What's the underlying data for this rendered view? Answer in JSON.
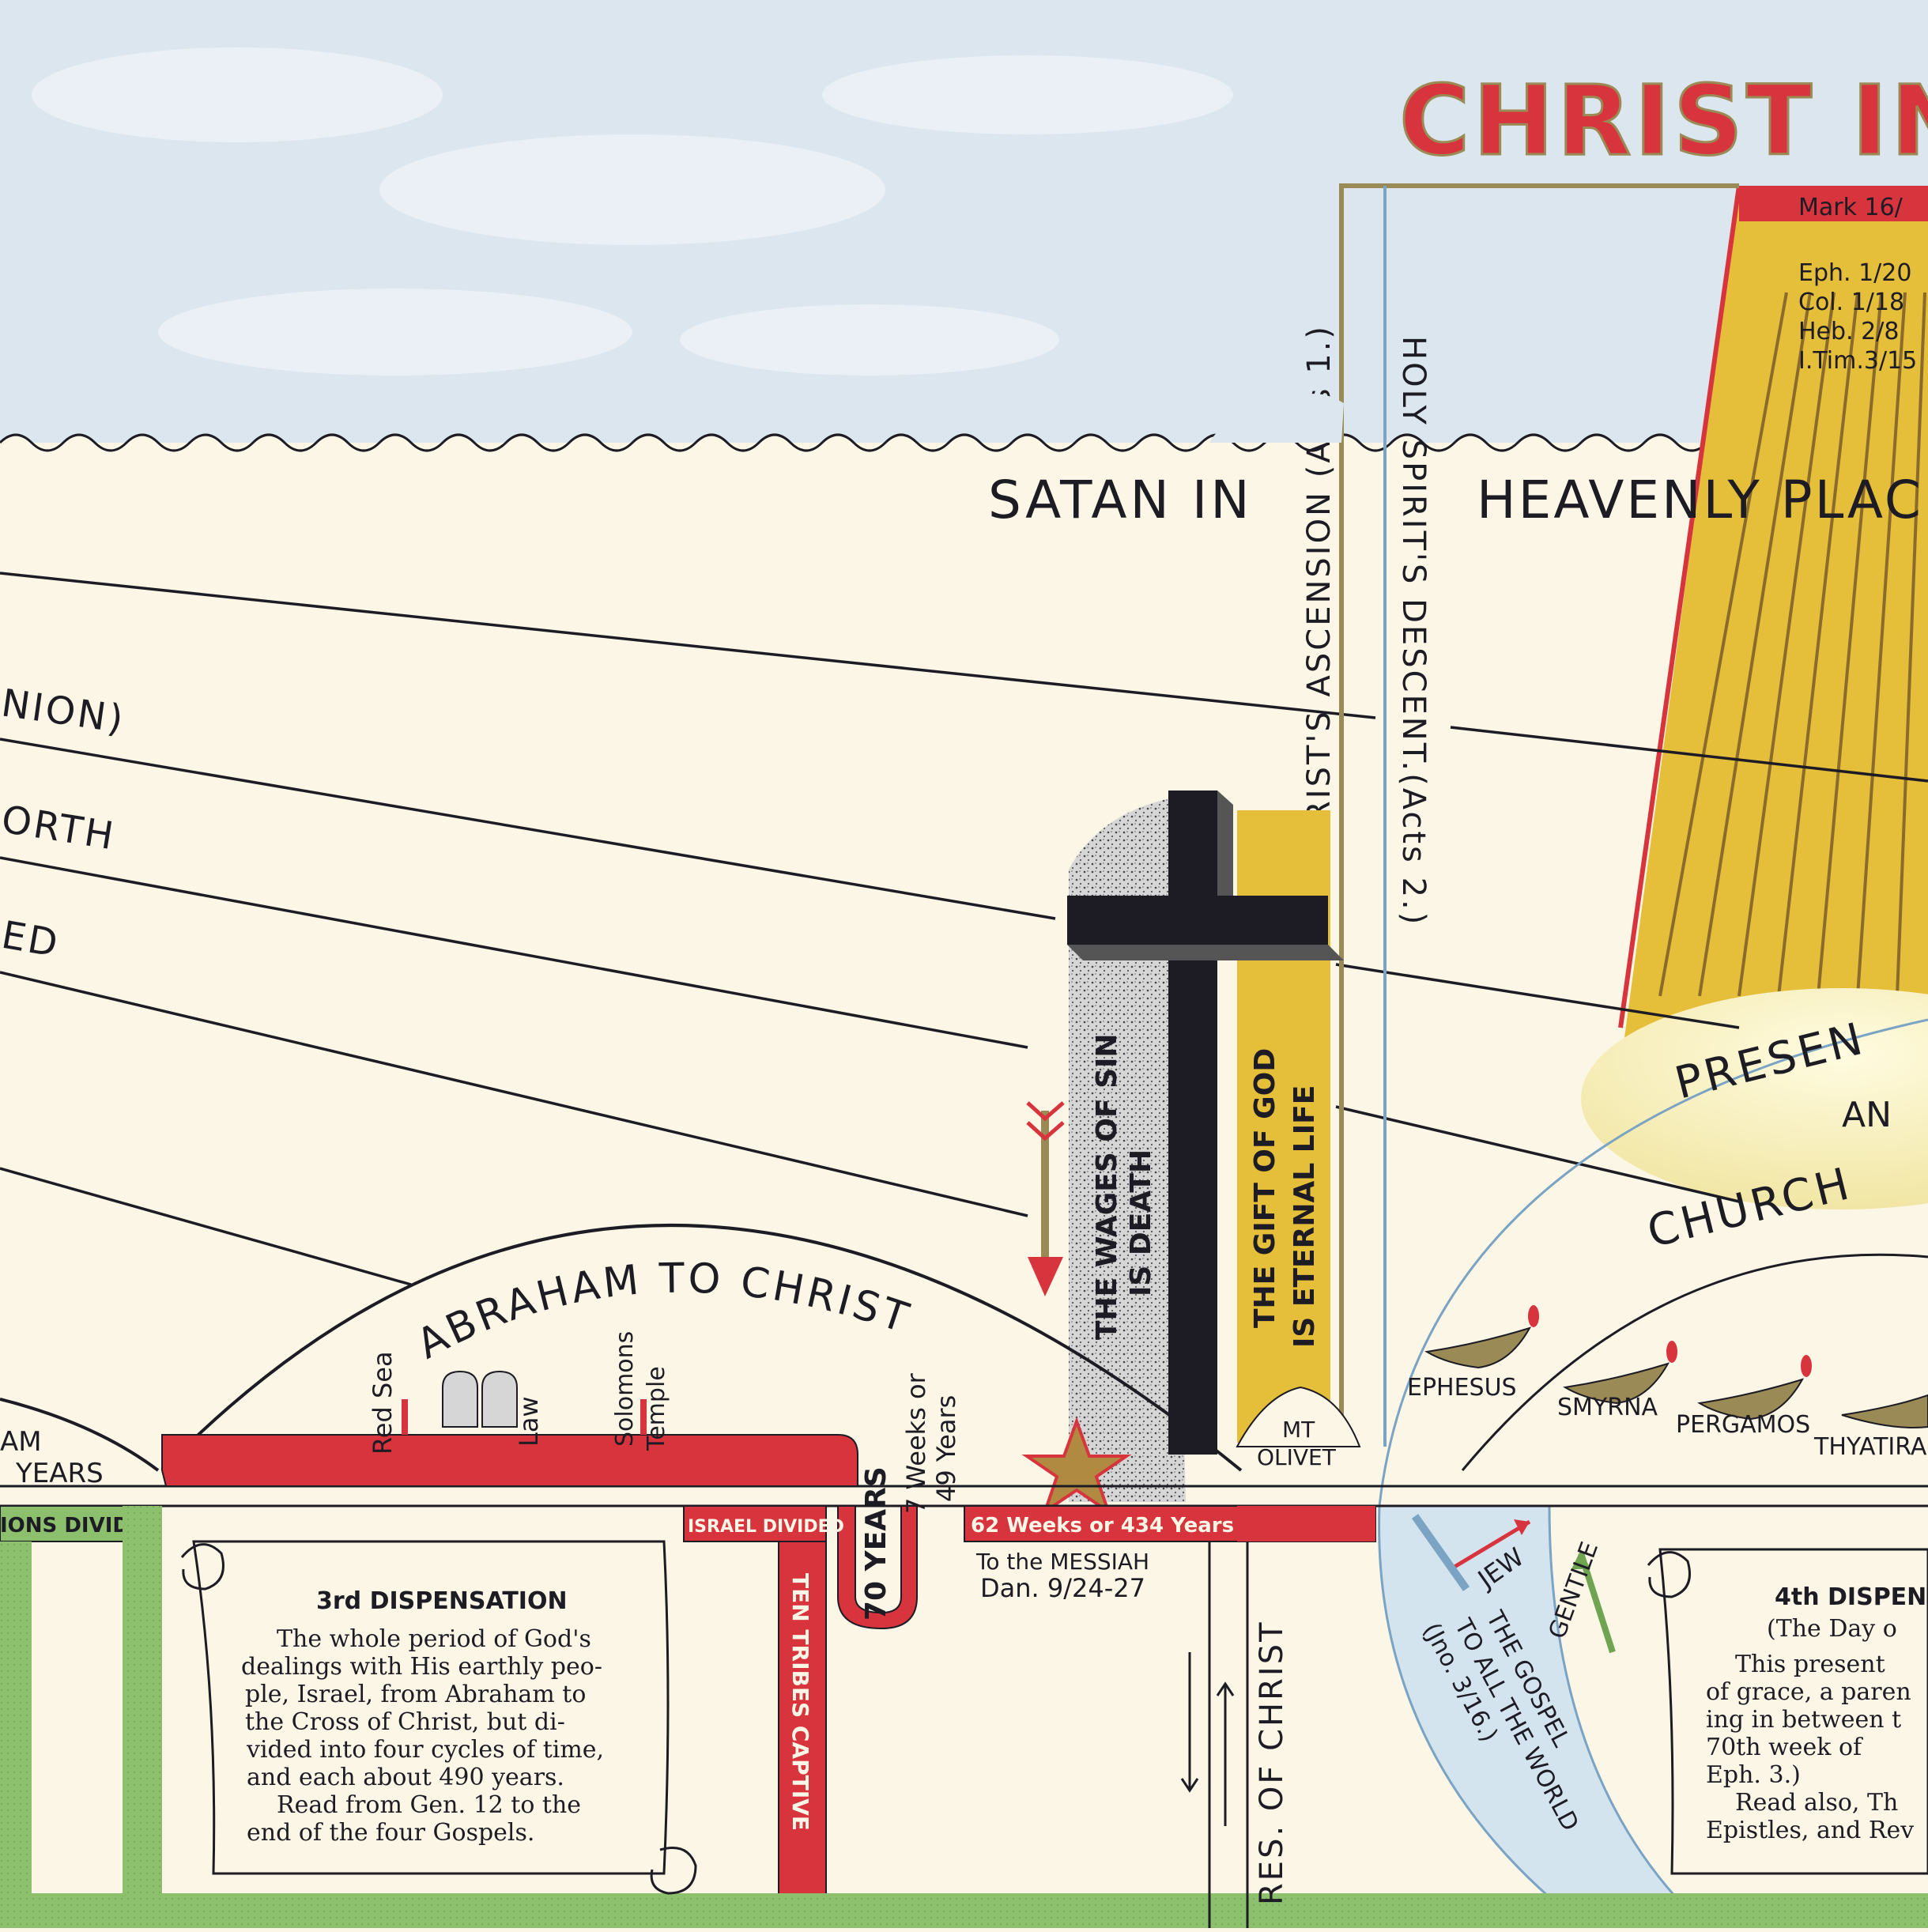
{
  "title": "CHRIST IN",
  "banner": {
    "satan": "SATAN IN",
    "heavenly": "HEAVENLY PLAC"
  },
  "line_labels": [
    "NION)",
    "ORTH",
    "ED"
  ],
  "verticals": {
    "ascension": "CHRIST'S ASCENSION (Acts 1.)",
    "descent": "HOLY SPIRIT'S DESCENT.(Acts 2.)",
    "wages": [
      "THE WAGES OF SIN",
      "IS DEATH"
    ],
    "gift": [
      "THE GIFT OF GOD",
      "IS ETERNAL LIFE"
    ],
    "mt_olivet": [
      "MT",
      "OLIVET"
    ]
  },
  "refs": [
    "Mark 16/",
    "Eph. 1/20",
    "Col. 1/18",
    "Heb. 2/8",
    "I.Tim.3/15"
  ],
  "arcs": {
    "abraham": "ABRAHAM TO CHRIST",
    "left_arc": [
      "AM",
      "YEARS"
    ],
    "present": "PRESEN",
    "and": "AN",
    "church": "CHURCH"
  },
  "timeline": {
    "red_sea": "Red Sea",
    "law": "Law",
    "solomons": "Solomons",
    "temple": "Temple",
    "weeks_7": "7 Weeks or",
    "years_49": "49 Years",
    "seventy_years": "70 YEARS",
    "weeks_62": "62 Weeks or 434 Years",
    "to_messiah": "To the MESSIAH",
    "dan": "Dan. 9/24-27",
    "israel_divided": "ISRAEL DIVIDED",
    "ten_tribes": "TEN TRIBES CAPTIVE",
    "nations_divided": "IONS DIVIDED",
    "res": "RES. OF CHRIST"
  },
  "churches": [
    "EPHESUS",
    "SMYRNA",
    "PERGAMOS",
    "THYATIRA"
  ],
  "gospel": {
    "jew": "JEW",
    "gentile": "GENTILE",
    "lines": [
      "THE GOSPEL",
      "TO ALL THE WORLD",
      "(Jno. 3/16.)"
    ]
  },
  "scroll3": {
    "heading": "3rd DISPENSATION",
    "lines": [
      "The whole period of God's",
      "dealings with His earthly peo-",
      "ple, Israel, from Abraham to",
      "the Cross of Christ, but di-",
      "vided into four cycles of time,",
      "and each about 490 years.",
      "Read from Gen. 12 to the",
      "end of the four Gospels."
    ]
  },
  "scroll4": {
    "heading": "4th DISPEN",
    "lines": [
      "(The Day o",
      "This present",
      "of grace, a paren",
      "ing in between t",
      "70th week of",
      "Eph. 3.)",
      "Read also, Th",
      "Epistles, and Rev"
    ]
  },
  "colors": {
    "red": "#d8343e",
    "gold": "#e5be3a",
    "dark": "#1d1c24",
    "green": "#8dc06c",
    "sky": "#d9e6ee",
    "parchment": "#fbf6e6",
    "olive": "#9a8a55"
  }
}
